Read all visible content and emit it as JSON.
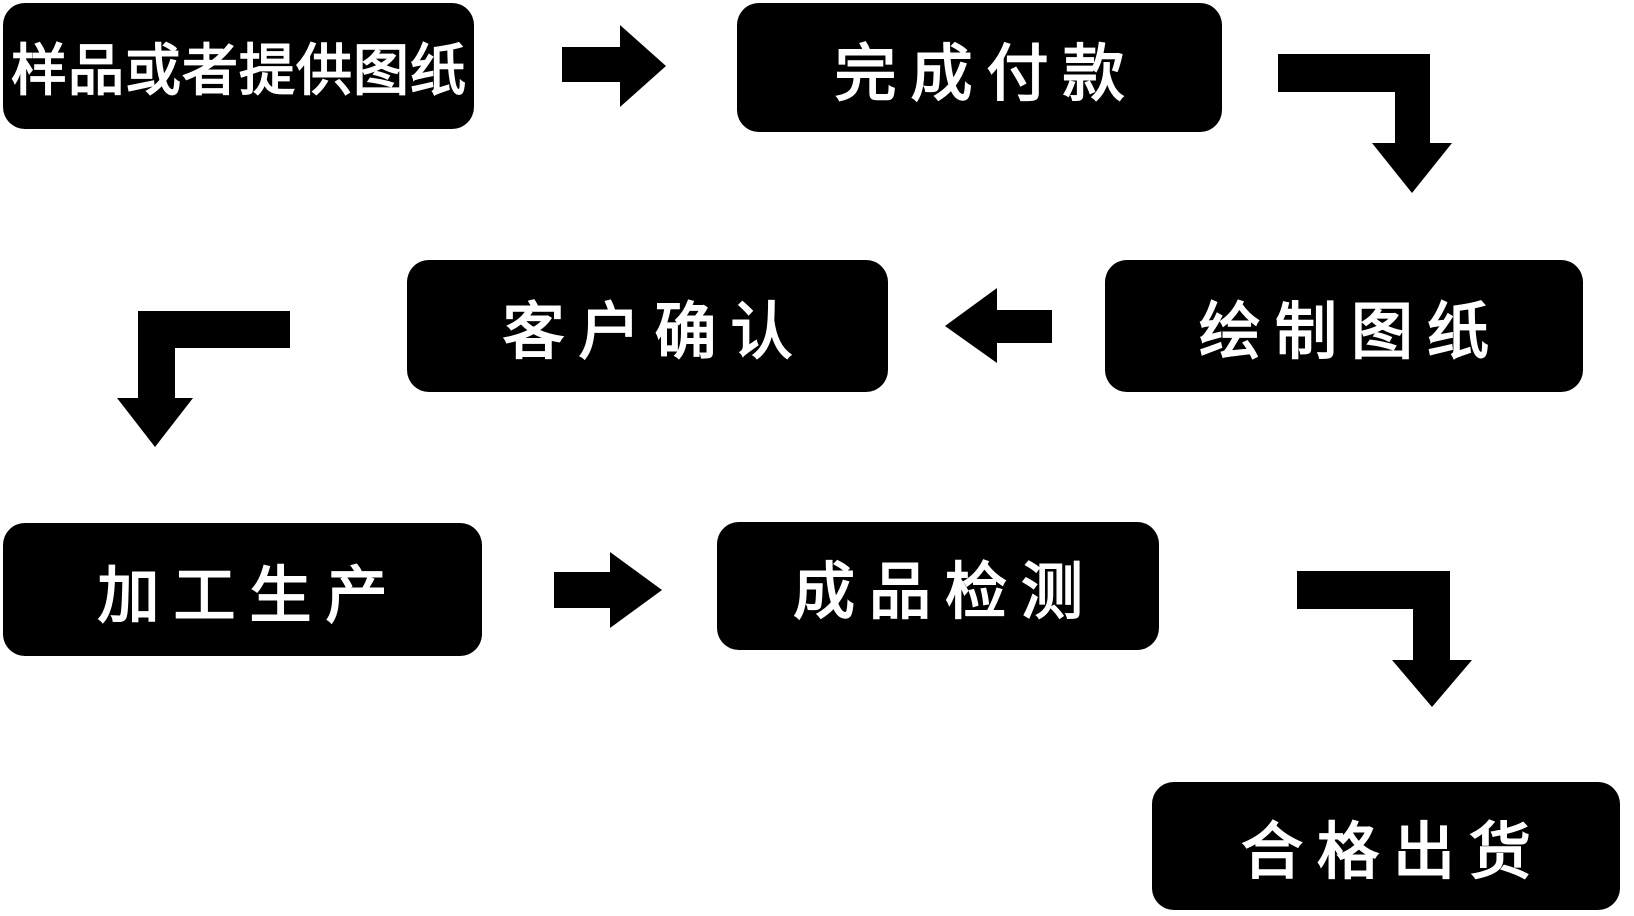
{
  "diagram": {
    "title": "production-process-flowchart",
    "background_color": "#ffffff",
    "node_fill_color": "#000000",
    "node_text_color": "#ffffff",
    "arrow_color": "#000000",
    "nodes": [
      {
        "id": "sample",
        "label": "样品或者提供图纸"
      },
      {
        "id": "payment",
        "label": "完成付款"
      },
      {
        "id": "draw",
        "label": "绘制图纸"
      },
      {
        "id": "confirm",
        "label": "客户确认"
      },
      {
        "id": "produce",
        "label": "加工生产"
      },
      {
        "id": "inspect",
        "label": "成品检测"
      },
      {
        "id": "ship",
        "label": "合格出货"
      }
    ],
    "flow_order": [
      "样品或者提供图纸",
      "完成付款",
      "绘制图纸",
      "客户确认",
      "加工生产",
      "成品检测",
      "合格出货"
    ],
    "arrows": [
      {
        "from": "样品或者提供图纸",
        "to": "完成付款",
        "shape": "straight",
        "direction": "right"
      },
      {
        "from": "完成付款",
        "to": "绘制图纸",
        "shape": "elbow",
        "direction": "right-then-down"
      },
      {
        "from": "绘制图纸",
        "to": "客户确认",
        "shape": "straight",
        "direction": "left"
      },
      {
        "from": "客户确认",
        "to": "加工生产",
        "shape": "elbow",
        "direction": "left-then-down"
      },
      {
        "from": "加工生产",
        "to": "成品检测",
        "shape": "straight",
        "direction": "right"
      },
      {
        "from": "成品检测",
        "to": "合格出货",
        "shape": "elbow",
        "direction": "right-then-down"
      }
    ]
  }
}
